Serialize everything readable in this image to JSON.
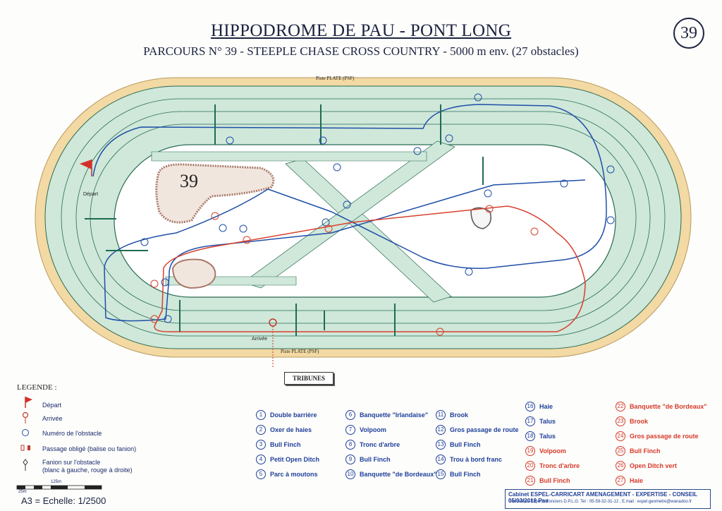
{
  "header": {
    "title": "HIPPODROME DE PAU - PONT LONG",
    "subtitle": "PARCOURS N° 39 - STEEPLE CHASE CROSS COUNTRY - 5000 m env. (27 obstacles)",
    "course_badge": "39"
  },
  "map": {
    "top_track_label": "Piste PLATE (PSF)",
    "bottom_track_label": "Piste PLATE (PSF)",
    "course_number": "39",
    "start_label": "Départ",
    "finish_label": "Arrivée",
    "stands_label": "TRIBUNES",
    "colors": {
      "grass": "#cfe8da",
      "sand": "#f3d9a3",
      "route_blue": "#1f4fa8",
      "route_red": "#d8402e",
      "rails": "#1f6b52"
    }
  },
  "legend": {
    "title": "LEGENDE :",
    "items": [
      {
        "icon": "red-flag-icon",
        "label": "Départ"
      },
      {
        "icon": "finish-post-icon",
        "label": "Arrivée"
      },
      {
        "icon": "obstacle-number-icon",
        "label": "Numéro de l'obstacle"
      },
      {
        "icon": "passage-flags-icon",
        "label": "Passage obligé (balise ou fanion)"
      },
      {
        "icon": "obstacle-flag-icon",
        "label": "Fanion sur l'obstacle",
        "label2": "(blanc à gauche, rouge à droite)"
      }
    ],
    "scale_label": "A3 = Echelle: 1/2500",
    "scale_ticks": [
      "125m",
      "25m"
    ]
  },
  "obstacles": [
    {
      "n": "1",
      "name": "Double barrière",
      "color": "blue"
    },
    {
      "n": "2",
      "name": "Oxer de haies",
      "color": "blue"
    },
    {
      "n": "3",
      "name": "Bull Finch",
      "color": "blue"
    },
    {
      "n": "4",
      "name": "Petit Open Ditch",
      "color": "blue"
    },
    {
      "n": "5",
      "name": "Parc à moutons",
      "color": "blue"
    },
    {
      "n": "6",
      "name": "Banquette \"Irlandaise\"",
      "color": "blue"
    },
    {
      "n": "7",
      "name": "Volpoom",
      "color": "blue"
    },
    {
      "n": "8",
      "name": "Tronc d'arbre",
      "color": "blue"
    },
    {
      "n": "9",
      "name": "Bull Finch",
      "color": "blue"
    },
    {
      "n": "10",
      "name": "Banquette \"de Bordeaux\"",
      "color": "blue"
    },
    {
      "n": "11",
      "name": "Brook",
      "color": "blue"
    },
    {
      "n": "12",
      "name": "Gros passage de route",
      "color": "blue"
    },
    {
      "n": "13",
      "name": "Bull Finch",
      "color": "blue"
    },
    {
      "n": "14",
      "name": "Trou à bord franc",
      "color": "blue"
    },
    {
      "n": "15",
      "name": "Bull Finch",
      "color": "blue"
    },
    {
      "n": "16",
      "name": "Haie",
      "color": "blue"
    },
    {
      "n": "17",
      "name": "Talus",
      "color": "blue"
    },
    {
      "n": "18",
      "name": "Talus",
      "color": "blue"
    },
    {
      "n": "19",
      "name": "Volpoom",
      "color": "red"
    },
    {
      "n": "20",
      "name": "Tronc d'arbre",
      "color": "red"
    },
    {
      "n": "21",
      "name": "Bull Finch",
      "color": "red"
    },
    {
      "n": "22",
      "name": "Banquette \"de Bordeaux\"",
      "color": "red"
    },
    {
      "n": "23",
      "name": "Brook",
      "color": "red"
    },
    {
      "n": "24",
      "name": "Gros passage de route",
      "color": "red"
    },
    {
      "n": "25",
      "name": "Bull Finch",
      "color": "red"
    },
    {
      "n": "26",
      "name": "Open Ditch vert",
      "color": "red"
    },
    {
      "n": "27",
      "name": "Haie",
      "color": "red"
    }
  ],
  "cabinet": {
    "line1": "Cabinet ESPEL-CARRICART  AMENAGEMENT - EXPERTISE - CONSEIL  05/03/2018  Pau",
    "line2": "Géomètres-Experts Fonciers D.P.L.G.  Tel : 05-59-32-31-12 , E.mail : espel.geometre@wanadoo.fr"
  }
}
